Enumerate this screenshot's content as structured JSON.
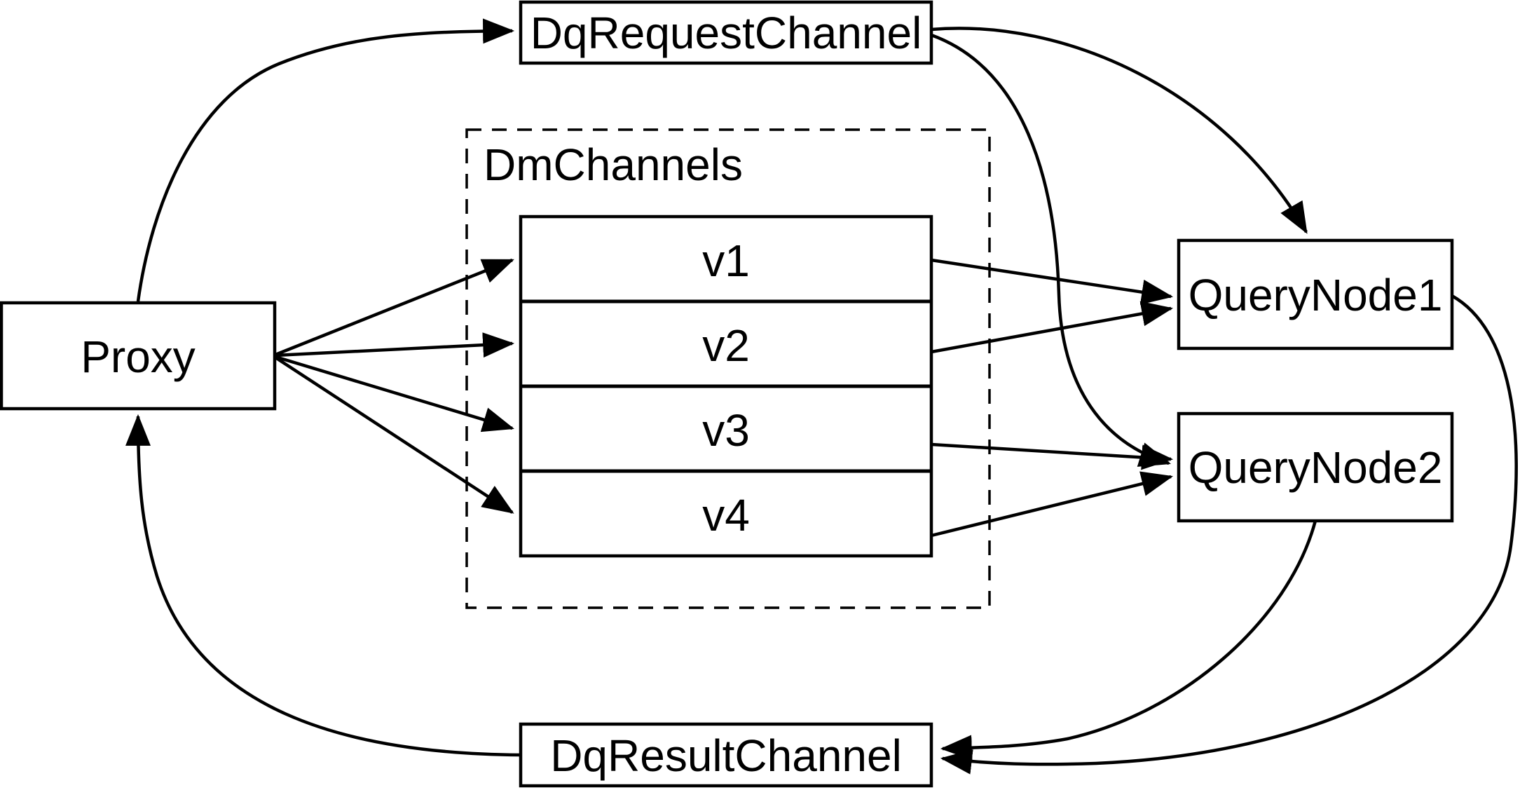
{
  "colors": {
    "background": "#ffffff",
    "line": "#000000",
    "text": "#000000"
  },
  "nodes": {
    "proxy": {
      "label": "Proxy"
    },
    "dq_request_channel": {
      "label": "DqRequestChannel"
    },
    "dm_channels": {
      "label": "DmChannels",
      "rows": [
        {
          "label": "v1"
        },
        {
          "label": "v2"
        },
        {
          "label": "v3"
        },
        {
          "label": "v4"
        }
      ]
    },
    "query_node_1": {
      "label": "QueryNode1"
    },
    "query_node_2": {
      "label": "QueryNode2"
    },
    "dq_result_channel": {
      "label": "DqResultChannel"
    }
  },
  "edges": [
    {
      "from": "Proxy",
      "to": "DqRequestChannel"
    },
    {
      "from": "Proxy",
      "to": "v1"
    },
    {
      "from": "Proxy",
      "to": "v2"
    },
    {
      "from": "Proxy",
      "to": "v3"
    },
    {
      "from": "Proxy",
      "to": "v4"
    },
    {
      "from": "v1",
      "to": "QueryNode1"
    },
    {
      "from": "v2",
      "to": "QueryNode1"
    },
    {
      "from": "v3",
      "to": "QueryNode2"
    },
    {
      "from": "v4",
      "to": "QueryNode2"
    },
    {
      "from": "DqRequestChannel",
      "to": "QueryNode1"
    },
    {
      "from": "DqRequestChannel",
      "to": "QueryNode2"
    },
    {
      "from": "QueryNode1",
      "to": "DqResultChannel"
    },
    {
      "from": "QueryNode2",
      "to": "DqResultChannel"
    },
    {
      "from": "DqResultChannel",
      "to": "Proxy"
    }
  ]
}
